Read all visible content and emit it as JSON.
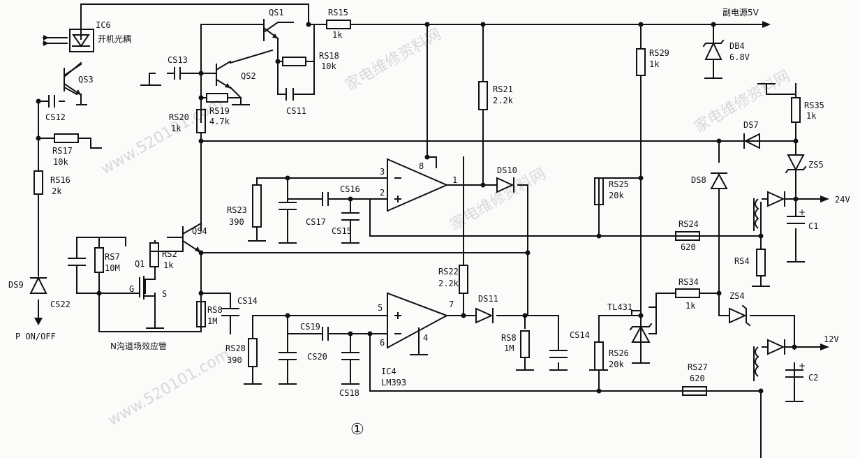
{
  "labels": {
    "ic6": "IC6",
    "ic6_desc": "开机光耦",
    "qs1": "QS1",
    "qs2": "QS2",
    "qs3": "QS3",
    "qs4": "QS4",
    "q1": "Q1",
    "rs15": "RS15",
    "rs15_v": "1k",
    "rs18": "RS18",
    "rs18_v": "10k",
    "cs13": "CS13",
    "rs19": "RS19",
    "rs19_v": "4.7k",
    "cs11": "CS11",
    "cs12": "CS12",
    "rs20": "RS20",
    "rs20_v": "1k",
    "rs17": "RS17",
    "rs17_v": "10k",
    "rs16": "RS16",
    "rs16_v": "2k",
    "ds9": "DS9",
    "pon": "P ON/OFF",
    "rs21": "RS21",
    "rs21_v": "2.2k",
    "rs29": "RS29",
    "rs29_v": "1k",
    "sub5v": "副电源5V",
    "db4": "DB4",
    "db4_v": "6.8V",
    "rs35": "RS35",
    "rs35_v": "1k",
    "ds7": "DS7",
    "zs5": "ZS5",
    "ds8": "DS8",
    "ds10": "DS10",
    "v24": "24V",
    "c1": "C1",
    "rs25": "RS25",
    "rs25_v": "20k",
    "rs24": "RS24",
    "rs24_v": "620",
    "rs4": "RS4",
    "rs23": "RS23",
    "rs23_v": "390",
    "cs16": "CS16",
    "cs17": "CS17",
    "cs15": "CS15",
    "pin3": "3",
    "pin2": "2",
    "pin8": "8",
    "pin1": "1",
    "rs7": "RS7",
    "rs7_v": "10M",
    "rs2": "RS2",
    "rs2_v": "1k",
    "g": "G",
    "s": "S",
    "cs22": "CS22",
    "rs8a": "RS8",
    "rs8a_v": "1M",
    "cs14a": "CS14",
    "nmos": "N沟道场效应管",
    "rs22": "RS22",
    "rs22_v": "2.2k",
    "ds11": "DS11",
    "rs8b": "RS8",
    "rs8b_v": "1M",
    "cs14b": "CS14",
    "pin5": "5",
    "pin6": "6",
    "pin7": "7",
    "pin4": "4",
    "rs28": "RS28",
    "rs28_v": "390",
    "cs19": "CS19",
    "cs20": "CS20",
    "cs18": "CS18",
    "ic4": "IC4",
    "lm393": "LM393",
    "tl431": "TL431",
    "rs34": "RS34",
    "rs34_v": "1k",
    "zs4": "ZS4",
    "rs26": "RS26",
    "rs26_v": "20k",
    "rs27": "RS27",
    "rs27_v": "620",
    "v12": "12V",
    "c2": "C2",
    "fig": "①",
    "plus1": "+",
    "plus2": "+"
  },
  "watermark": {
    "site_cn": "家电维修资料网",
    "site_url": "www.520101.com"
  }
}
